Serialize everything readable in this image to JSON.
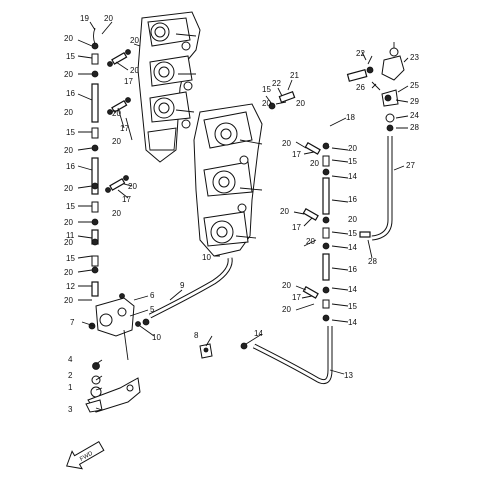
{
  "callouts": {
    "n1": "1",
    "n2": "2",
    "n3": "3",
    "n4": "4",
    "n5": "5",
    "n6": "6",
    "n7": "7",
    "n8": "8",
    "n9": "9",
    "n10": "10",
    "n11": "11",
    "n12": "12",
    "n13": "13",
    "n14": "14",
    "n15": "15",
    "n16": "16",
    "n17": "17",
    "n18": "18",
    "n19": "19",
    "n20": "20",
    "n21": "21",
    "n22": "22",
    "n23": "23",
    "n24": "24",
    "n25": "25",
    "n26": "26",
    "n27": "27",
    "n28": "28",
    "n29": "29"
  },
  "fwd_marker": "FWD"
}
